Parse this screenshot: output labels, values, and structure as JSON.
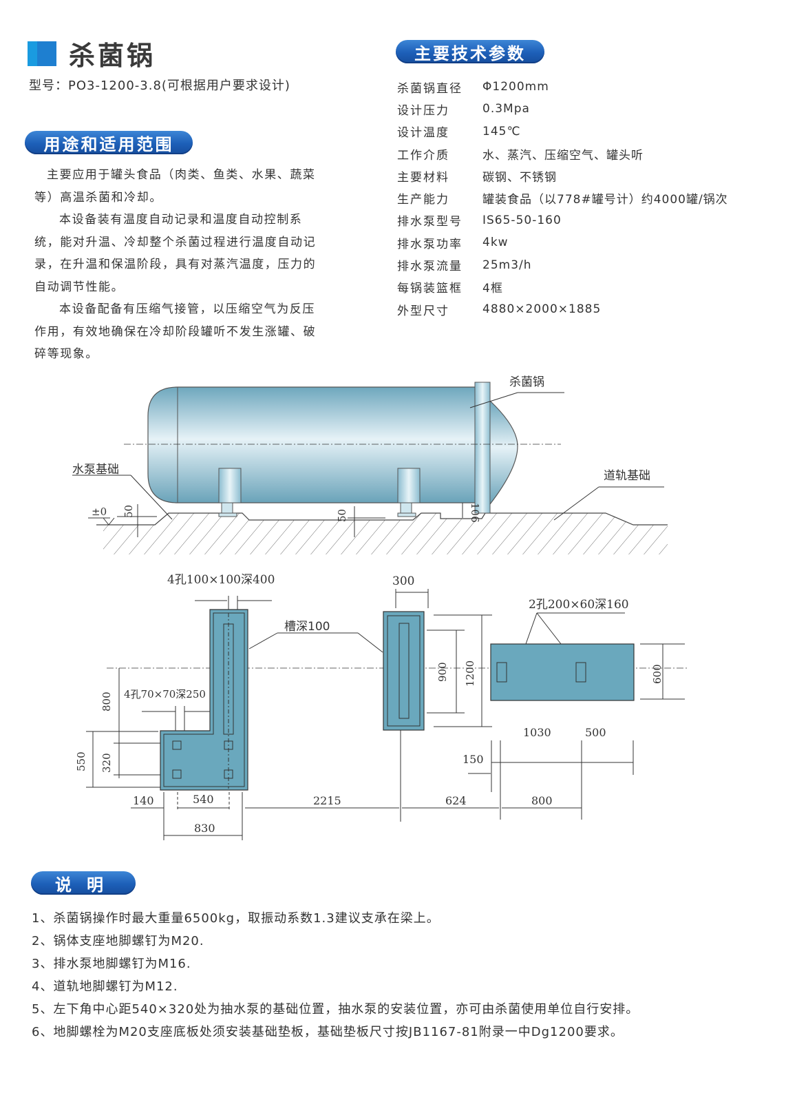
{
  "header": {
    "title": "杀菌锅",
    "model": "型号：PO3-1200-3.8(可根据用户要求设计)",
    "accent_colors": [
      "#1a9be0",
      "#1e7fd0"
    ]
  },
  "usage": {
    "heading": "用途和适用范围",
    "paragraphs": [
      "主要应用于罐头食品（肉类、鱼类、水果、蔬菜等）高温杀菌和冷却。",
      "本设备装有温度自动记录和温度自动控制系统，能对升温、冷却整个杀菌过程进行温度自动记录，在升温和保温阶段，具有对蒸汽温度，压力的自动调节性能。",
      "本设备配备有压缩气接管，以压缩空气为反压作用，有效地确保在冷却阶段罐听不发生涨罐、破碎等现象。"
    ]
  },
  "params": {
    "heading": "主要技术参数",
    "rows": [
      {
        "label": "杀菌锅直径",
        "value": "Φ1200mm"
      },
      {
        "label": "设计压力",
        "value": "0.3Mpa"
      },
      {
        "label": "设计温度",
        "value": "145℃"
      },
      {
        "label": "工作介质",
        "value": "水、蒸汽、压缩空气、罐头听"
      },
      {
        "label": "主要材料",
        "value": "碳钢、不锈钢"
      },
      {
        "label": "生产能力",
        "value": "罐装食品（以778#罐号计）约4000罐/锅次"
      },
      {
        "label": "排水泵型号",
        "value": "IS65-50-160"
      },
      {
        "label": "排水泵功率",
        "value": "4kw"
      },
      {
        "label": "排水泵流量",
        "value": "25m3/h"
      },
      {
        "label": "每锅装篮框",
        "value": "4框"
      },
      {
        "label": "外型尺寸",
        "value": "4880×2000×1885"
      }
    ]
  },
  "elevation": {
    "label_vessel": "杀菌锅",
    "label_pump_base": "水泵基础",
    "label_rail_base": "道轨基础",
    "level": "±0",
    "dim_50_left": "50",
    "dim_50_mid": "50",
    "dim_106": "106",
    "vessel_color": "#7fb3c8"
  },
  "plan": {
    "label_holes_100": "4孔100×100深400",
    "label_groove": "槽深100",
    "label_holes_70": "4孔70×70深250",
    "label_holes_200": "2孔200×60深160",
    "dims": {
      "d300": "300",
      "d900": "900",
      "d1200": "1200",
      "d600": "600",
      "d800v": "800",
      "d550": "550",
      "d320": "320",
      "d140": "140",
      "d540": "540",
      "d830": "830",
      "d2215": "2215",
      "d624": "624",
      "d800h": "800",
      "d1030": "1030",
      "d500": "500",
      "d150": "150"
    },
    "foundation_color": "#6aa8bd"
  },
  "notes": {
    "heading": "说明",
    "items": [
      "1、杀菌锅操作时最大重量6500kg，取振动系数1.3建议支承在梁上。",
      "2、锅体支座地脚螺钉为M20.",
      "3、排水泵地脚螺钉为M16.",
      "4、道轨地脚螺钉为M12.",
      "5、左下角中心距540×320处为抽水泵的基础位置，抽水泵的安装位置，亦可由杀菌使用单位自行安排。",
      "6、地脚螺栓为M20支座底板处须安装基础垫板，基础垫板尺寸按JB1167-81附录一中Dg1200要求。"
    ]
  }
}
